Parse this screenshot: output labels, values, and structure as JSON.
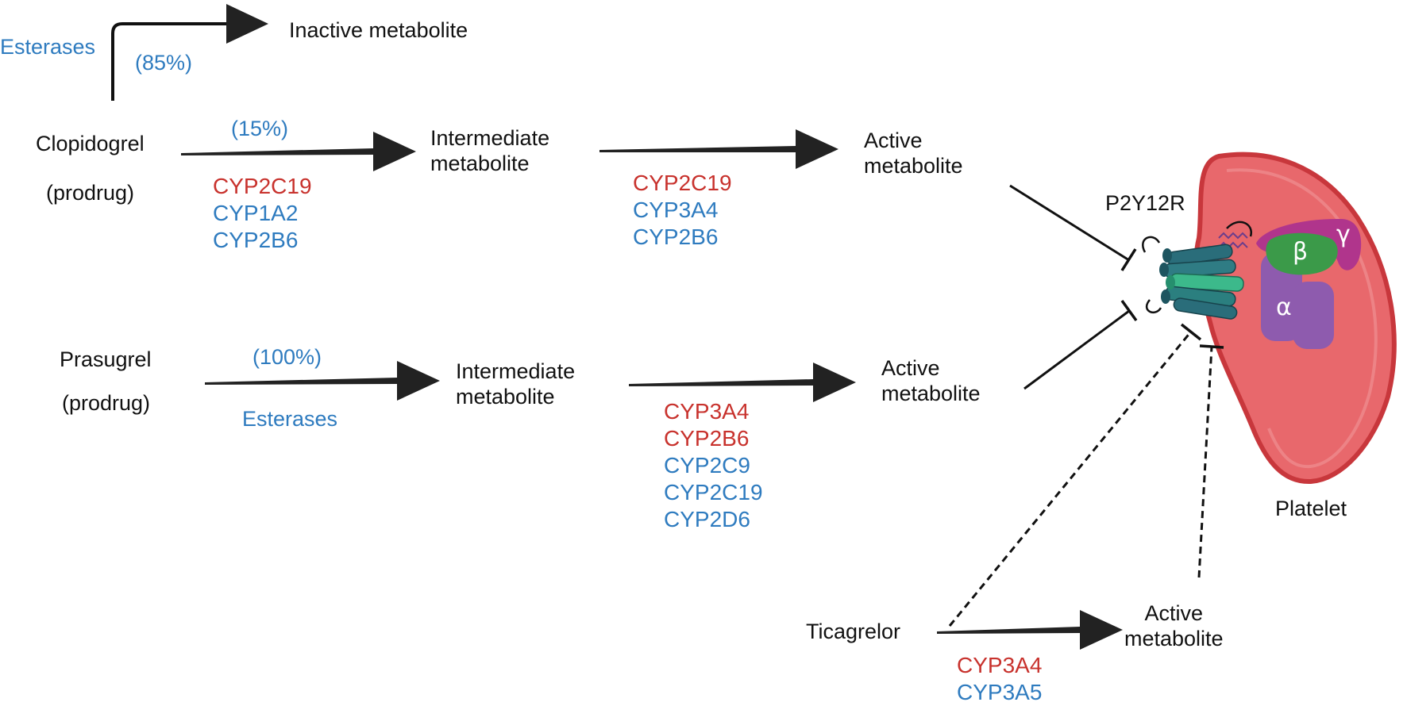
{
  "colors": {
    "text": "#111111",
    "minor_enzyme": "#2e7bbf",
    "major_enzyme": "#c8322d",
    "platelet": "#e8686c",
    "g_alpha": "#8e5bae",
    "g_beta": "#3b9a49",
    "g_gamma": "#b0358c",
    "receptor": "#2f7c84"
  },
  "clopidogrel": {
    "name": "Clopidogrel",
    "note": "(prodrug)",
    "esterase_label": "Esterases",
    "esterase_pct": "(85%)",
    "inactive": "Inactive metabolite",
    "step1_pct": "(15%)",
    "step1_enzymes": [
      {
        "name": "CYP2C19",
        "tone": "red"
      },
      {
        "name": "CYP1A2",
        "tone": "blue"
      },
      {
        "name": "CYP2B6",
        "tone": "blue"
      }
    ],
    "intermediate": [
      "Intermediate",
      "metabolite"
    ],
    "step2_enzymes": [
      {
        "name": "CYP2C19",
        "tone": "red"
      },
      {
        "name": "CYP3A4",
        "tone": "blue"
      },
      {
        "name": "CYP2B6",
        "tone": "blue"
      }
    ],
    "active": [
      "Active",
      "metabolite"
    ]
  },
  "prasugrel": {
    "name": "Prasugrel",
    "note": "(prodrug)",
    "step1_pct": "(100%)",
    "step1_label": "Esterases",
    "intermediate": [
      "Intermediate",
      "metabolite"
    ],
    "step2_enzymes": [
      {
        "name": "CYP3A4",
        "tone": "red"
      },
      {
        "name": "CYP2B6",
        "tone": "red"
      },
      {
        "name": "CYP2C9",
        "tone": "blue"
      },
      {
        "name": "CYP2C19",
        "tone": "blue"
      },
      {
        "name": "CYP2D6",
        "tone": "blue"
      }
    ],
    "active": [
      "Active",
      "metabolite"
    ]
  },
  "ticagrelor": {
    "name": "Ticagrelor",
    "enzymes": [
      {
        "name": "CYP3A4",
        "tone": "red"
      },
      {
        "name": "CYP3A5",
        "tone": "blue"
      }
    ],
    "active": [
      "Active",
      "metabolite"
    ]
  },
  "receptor": {
    "label": "P2Y12R",
    "alpha": "α",
    "beta": "β",
    "gamma": "γ"
  },
  "platelet": {
    "label": "Platelet"
  }
}
